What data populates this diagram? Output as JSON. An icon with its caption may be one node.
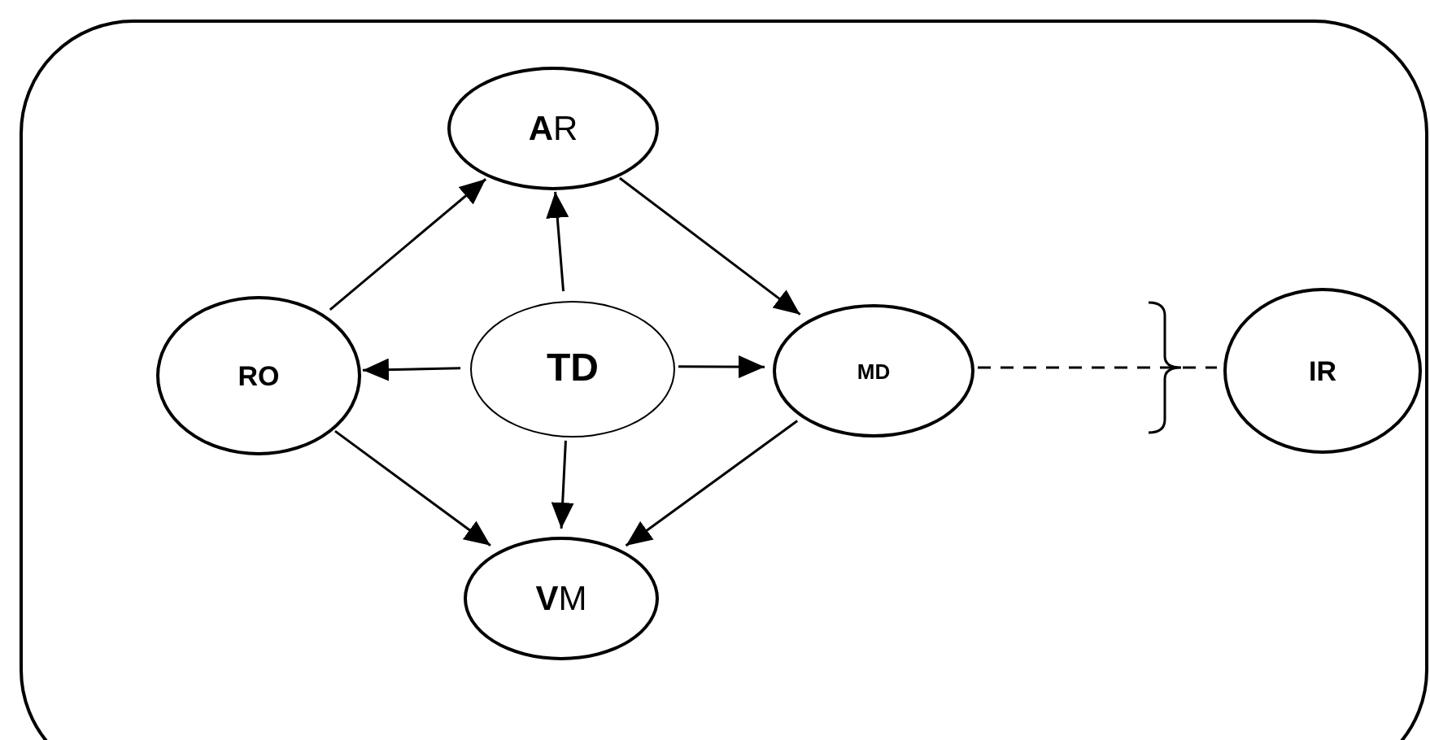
{
  "diagram": {
    "nodes": [
      {
        "text": [],
        "shape": "box"
      },
      {
        "text": [
          "**A**R"
        ],
        "in": 0
      },
      {
        "text": [
          "RO"
        ],
        "in": 0
      },
      {
        "text": [
          "TD"
        ],
        "in": 0
      },
      {
        "text": [
          "MD"
        ],
        "in": 0
      },
      {
        "text": [
          "IR"
        ],
        "in": 0
      },
      {
        "text": [
          "**V**M"
        ],
        "in": 0
      }
    ],
    "edges": [
      {
        "from": 2,
        "to": 1,
        "arrow": "to"
      },
      {
        "from": 3,
        "to": 1,
        "arrow": "to"
      },
      {
        "from": 1,
        "to": 4,
        "arrow": "to"
      },
      {
        "from": 3,
        "to": 2,
        "arrow": "to"
      },
      {
        "from": 3,
        "to": 4,
        "arrow": "to"
      },
      {
        "from": 3,
        "to": 6,
        "arrow": "to"
      },
      {
        "from": 2,
        "to": 6,
        "arrow": "to"
      },
      {
        "from": 4,
        "to": 6,
        "arrow": "to"
      },
      {
        "from": 4,
        "to": 5,
        "arrow": "none",
        "style": "dashed"
      }
    ]
  }
}
